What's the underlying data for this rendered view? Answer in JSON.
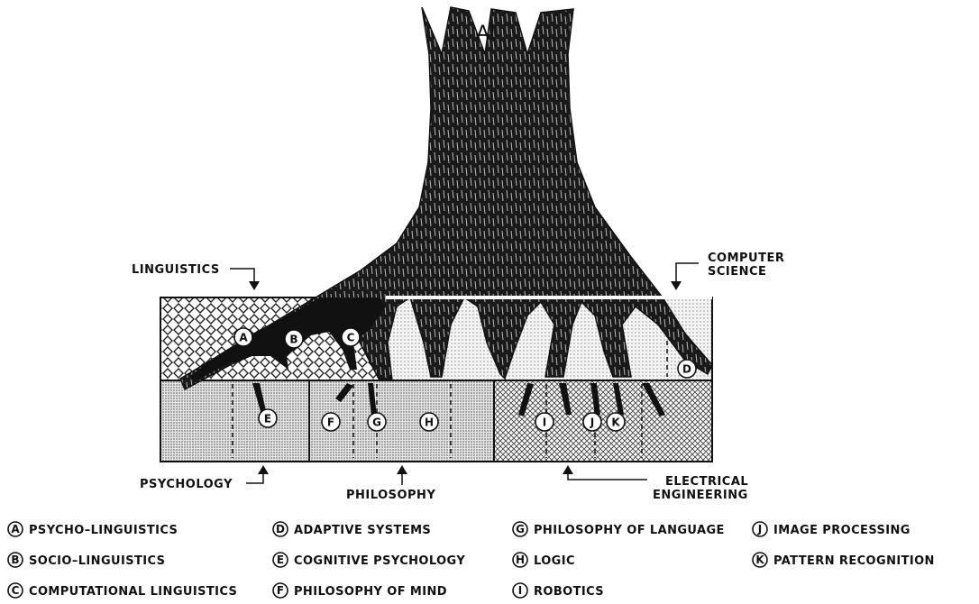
{
  "title": "AI",
  "fields": {
    "linguistics": "LINGUISTICS",
    "computer_science": [
      "COMPUTER",
      "SCIENCE"
    ],
    "psychology": "PSYCHOLOGY",
    "philosophy": "PHILOSOPHY",
    "electrical_engineering": [
      "ELECTRICAL",
      "ENGINEERING"
    ]
  },
  "roots": [
    "A",
    "B",
    "C",
    "D",
    "E",
    "F",
    "G",
    "H",
    "I",
    "J",
    "K"
  ],
  "legend": [
    {
      "key": "A",
      "label": "PSYCHO–LINGUISTICS"
    },
    {
      "key": "B",
      "label": "SOCIO–LINGUISTICS"
    },
    {
      "key": "C",
      "label": "COMPUTATIONAL LINGUISTICS"
    },
    {
      "key": "D",
      "label": "ADAPTIVE SYSTEMS"
    },
    {
      "key": "E",
      "label": "COGNITIVE PSYCHOLOGY"
    },
    {
      "key": "F",
      "label": "PHILOSOPHY OF MIND"
    },
    {
      "key": "G",
      "label": "PHILOSOPHY OF LANGUAGE"
    },
    {
      "key": "H",
      "label": "LOGIC"
    },
    {
      "key": "I",
      "label": "ROBOTICS"
    },
    {
      "key": "J",
      "label": "IMAGE PROCESSING"
    },
    {
      "key": "K",
      "label": "PATTERN RECOGNITION"
    }
  ]
}
